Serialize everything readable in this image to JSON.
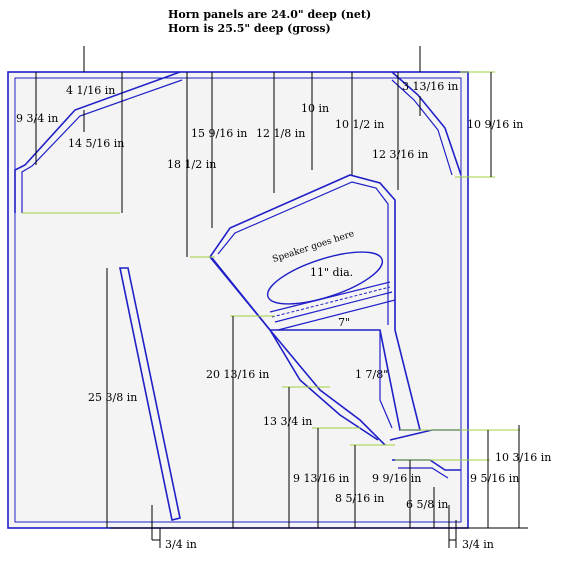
{
  "header": {
    "line1": "Horn panels are 24.0\" deep (net)",
    "line2": "Horn is 25.5\" deep (gross)"
  },
  "labels": {
    "top_left_1": "4 1/16 in",
    "top_left_2": "9 3/4 in",
    "top_left_3": "14 5/16 in",
    "d_15916": "15 9/16 in",
    "d_1812": "18 1/2 in",
    "d_1218": "12 1/8 in",
    "d_10": "10 in",
    "d_10_12": "10 1/2 in",
    "d_12316": "12 3/16 in",
    "d_31316": "3 13/16 in",
    "d_10916": "10 9/16 in",
    "speaker": "Speaker goes here",
    "dia": "11\" dia.",
    "seven": "7\"",
    "d_1_78": "1 7/8\"",
    "d_2038": "25 3/8 in",
    "d_201316": "20 13/16 in",
    "d_1334": "13 3/4 in",
    "d_91316": "9 13/16 in",
    "d_8516": "8 5/16 in",
    "d_9916": "9 9/16 in",
    "d_658": "6 5/8 in",
    "d_10316": "10 3/16 in",
    "d_9516": "9 5/16 in",
    "d_34a": "3/4 in",
    "d_34b": "3/4 in"
  }
}
